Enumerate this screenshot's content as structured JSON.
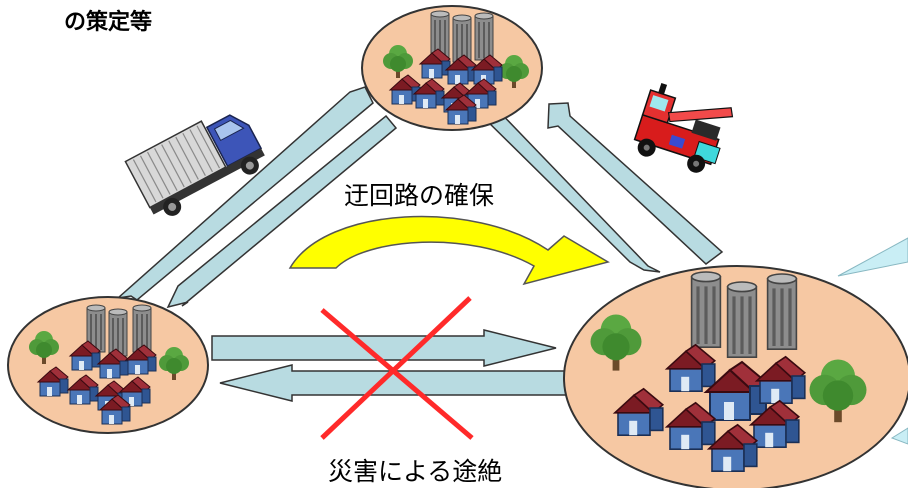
{
  "labels": {
    "top_partial": "の策定等",
    "bypass": "迂回路の確保",
    "disaster_cut": "災害による途絶"
  },
  "colors": {
    "town_fill": "#f6c8a3",
    "arrow_fill": "#b8dbe1",
    "curved_arrow": "#ffff00",
    "cross": "#ff0000",
    "roof": "#7b1b23",
    "house_wall": "#4a76b8",
    "tree": "#4f9a3a",
    "building": "#8d8d8d"
  },
  "icons": {
    "truck": "delivery-truck-icon",
    "crane": "mobile-crane-icon"
  }
}
